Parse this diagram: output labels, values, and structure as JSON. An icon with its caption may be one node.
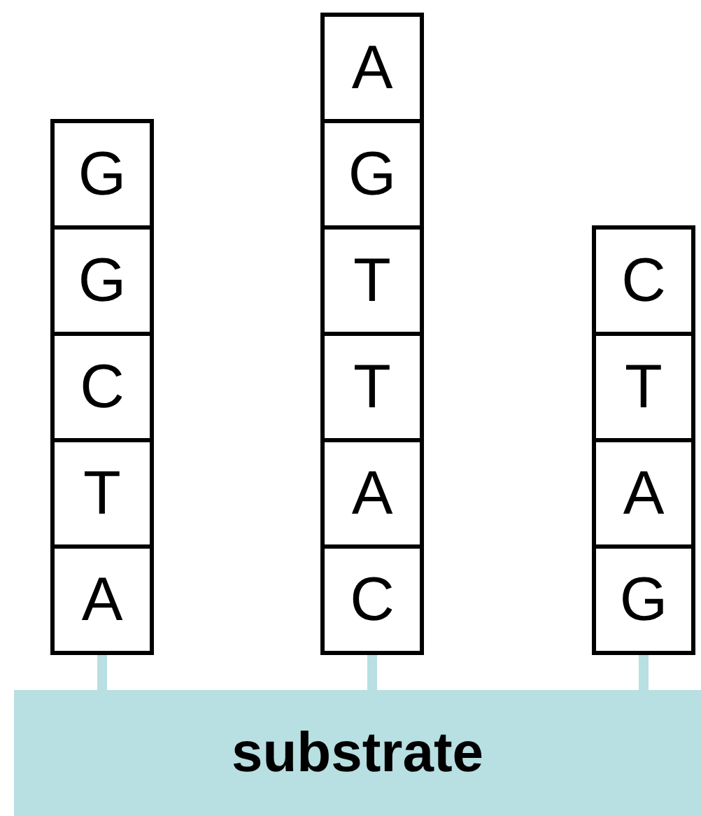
{
  "diagram": {
    "nodes": [
      {
        "text": [
          "G"
        ]
      },
      {
        "text": [
          "G"
        ]
      },
      {
        "text": [
          "C"
        ]
      },
      {
        "text": [
          "T"
        ]
      },
      {
        "text": [
          "A"
        ]
      },
      {
        "text": [
          "A"
        ]
      },
      {
        "text": [
          "G"
        ]
      },
      {
        "text": [
          "T"
        ]
      },
      {
        "text": [
          "T"
        ]
      },
      {
        "text": [
          "A"
        ]
      },
      {
        "text": [
          "C"
        ]
      },
      {
        "text": [
          "C"
        ]
      },
      {
        "text": [
          "T"
        ]
      },
      {
        "text": [
          "A"
        ]
      },
      {
        "text": [
          "G"
        ]
      },
      {
        "text": [
          "substrate"
        ]
      }
    ],
    "edges": [
      {
        "from": 4,
        "to": 15,
        "arrow": "none"
      },
      {
        "from": 10,
        "to": 15,
        "arrow": "none"
      },
      {
        "from": 14,
        "to": 15,
        "arrow": "none"
      }
    ]
  }
}
